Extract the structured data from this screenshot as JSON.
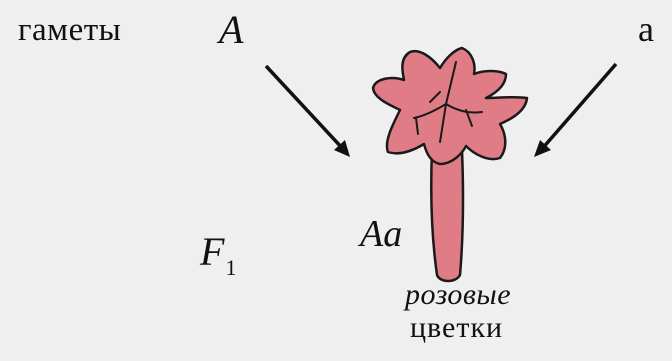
{
  "labels": {
    "gametes": "гаметы",
    "allele_dominant": "A",
    "allele_recessive": "a",
    "generation": "F",
    "generation_index": "1",
    "genotype": "Aa",
    "phenotype_line1": "розовые",
    "phenotype_line2": "цветки"
  },
  "colors": {
    "background": "#efefef",
    "flower_fill": "#e07c86",
    "outline": "#1a1a1a"
  },
  "icons": [
    "arrow-icon",
    "flower-icon"
  ]
}
